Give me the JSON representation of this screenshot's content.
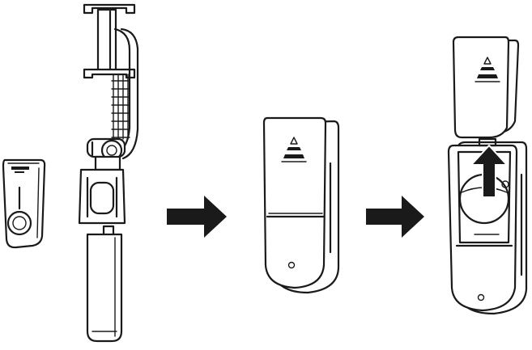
{
  "diagram": {
    "ink_color": "#1a1a1a",
    "background": "#ffffff",
    "steps": [
      {
        "id": "step-1",
        "parts": [
          "remote-control",
          "selfie-stick-tripod"
        ]
      },
      {
        "id": "step-2",
        "parts": [
          "remote-with-cover-closed"
        ]
      },
      {
        "id": "step-3",
        "parts": [
          "remote-with-cover-removed",
          "battery-compartment"
        ]
      }
    ],
    "connectors": [
      "arrow-right",
      "arrow-right",
      "arrow-up"
    ]
  }
}
